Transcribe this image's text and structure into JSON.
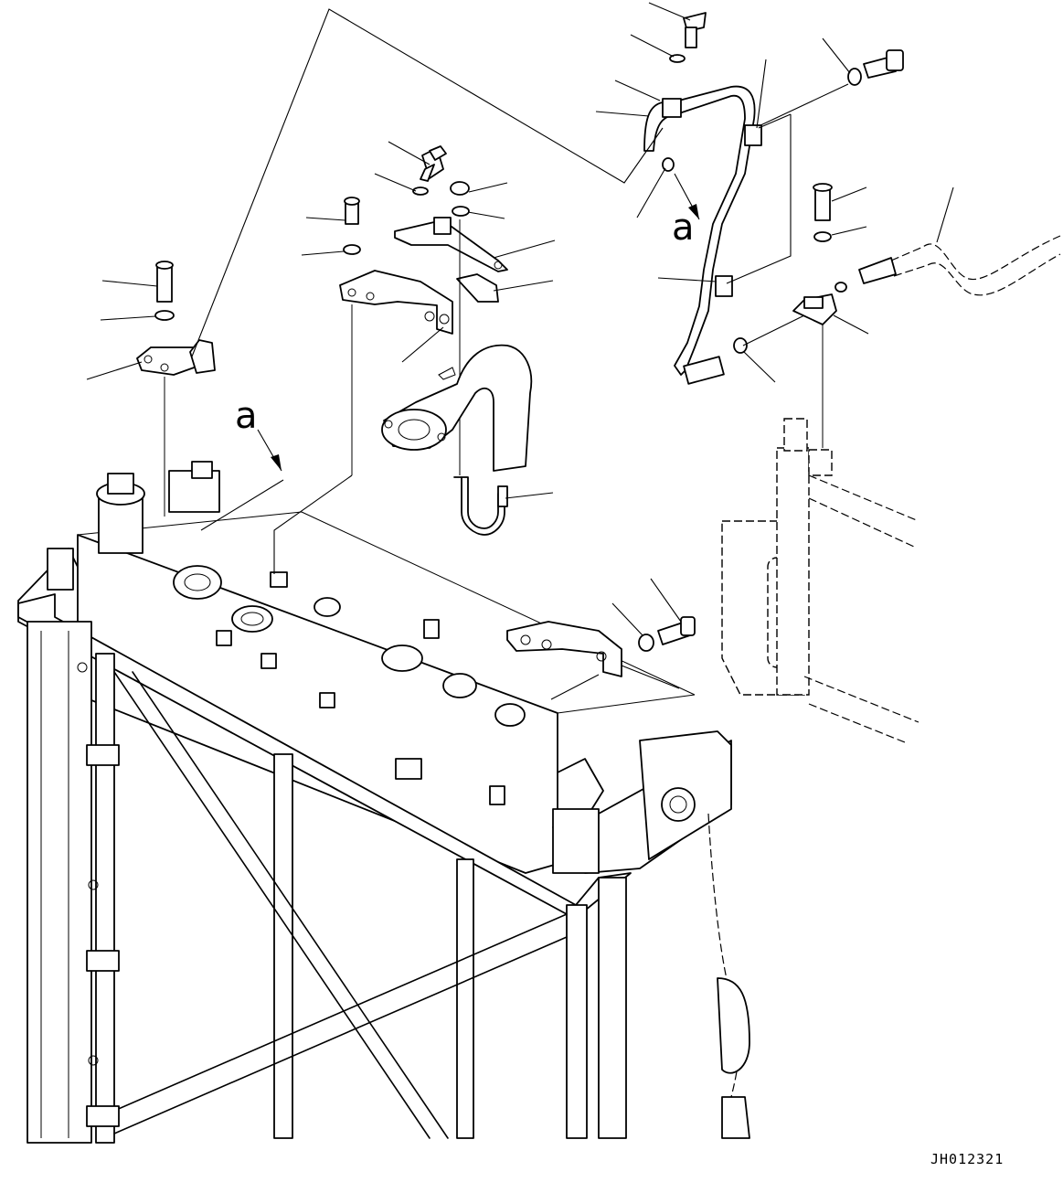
{
  "view_labels": {
    "upper": "a",
    "lower": "a"
  },
  "drawing_code": "JH012321"
}
